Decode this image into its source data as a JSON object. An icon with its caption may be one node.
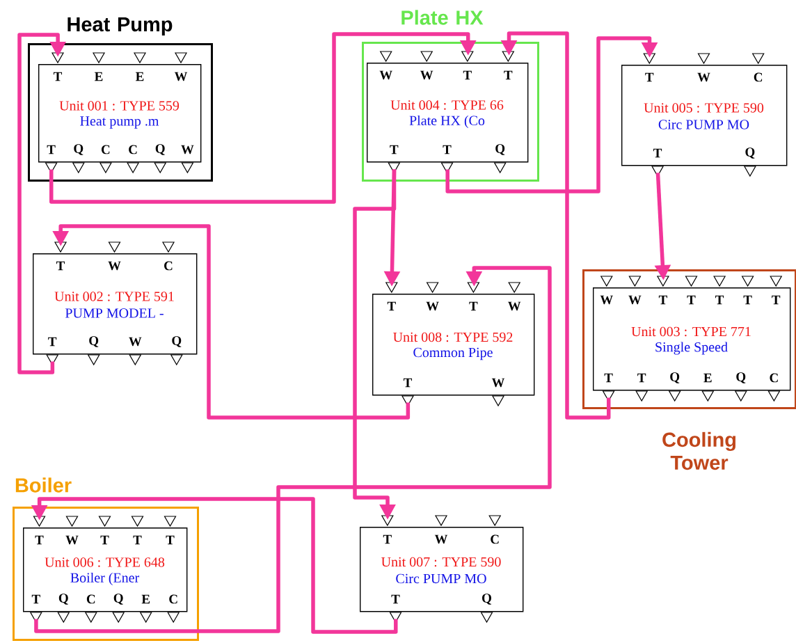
{
  "diagram": {
    "nodes": [
      {
        "text": [
          "Heat Pump"
        ]
      },
      {
        "text": [
          "T",
          "E",
          "E",
          "W",
          "Unit 001 : TYPE 559",
          "Heat pump .m",
          "T",
          "Q",
          "C",
          "C",
          "Q",
          "W"
        ],
        "in": 0
      },
      {
        "text": [
          "Plate HX"
        ]
      },
      {
        "text": [
          "W",
          "W",
          "T",
          "T",
          "Unit 004 : TYPE 66",
          "Plate HX (Co",
          "T",
          "T",
          "Q"
        ],
        "in": 2
      },
      {
        "text": [
          "T",
          "W",
          "C",
          "Unit 005 : TYPE 590",
          "Circ PUMP MO",
          "T",
          "Q"
        ]
      },
      {
        "text": [
          "T",
          "W",
          "C",
          "Unit 002 : TYPE 591",
          "PUMP MODEL -",
          "T",
          "Q",
          "W",
          "Q"
        ]
      },
      {
        "text": [
          "T",
          "W",
          "T",
          "W",
          "Unit 008 : TYPE 592",
          "Common Pipe",
          "T",
          "W"
        ]
      },
      {
        "text": [
          "Cooling Tower"
        ]
      },
      {
        "text": [
          "W",
          "W",
          "T",
          "T",
          "T",
          "T",
          "T",
          "Unit 003 : TYPE 771",
          "Single Speed",
          "T",
          "T",
          "Q",
          "E",
          "Q",
          "C"
        ],
        "in": 7
      },
      {
        "text": [
          "Boiler"
        ]
      },
      {
        "text": [
          "T",
          "W",
          "T",
          "T",
          "T",
          "Unit 006 : TYPE 648",
          "Boiler (Ener",
          "T",
          "Q",
          "C",
          "Q",
          "E",
          "C"
        ],
        "in": 9
      },
      {
        "text": [
          "T",
          "W",
          "C",
          "Unit 007 : TYPE 590",
          "Circ PUMP MO",
          "T",
          "Q"
        ]
      }
    ],
    "edges": [
      {
        "from": 5,
        "to": 1,
        "arrow": "to"
      },
      {
        "from": 1,
        "to": 3,
        "arrow": "to"
      },
      {
        "from": 3,
        "to": 4,
        "arrow": "to"
      },
      {
        "from": 3,
        "to": 6,
        "arrow": "to"
      },
      {
        "from": 3,
        "to": 11,
        "arrow": "to"
      },
      {
        "from": 4,
        "to": 8,
        "arrow": "to"
      },
      {
        "from": 8,
        "to": 3,
        "arrow": "to"
      },
      {
        "from": 6,
        "to": 5,
        "arrow": "to"
      },
      {
        "from": 10,
        "to": 6,
        "arrow": "to"
      },
      {
        "from": 11,
        "to": 10,
        "arrow": "to"
      }
    ]
  }
}
